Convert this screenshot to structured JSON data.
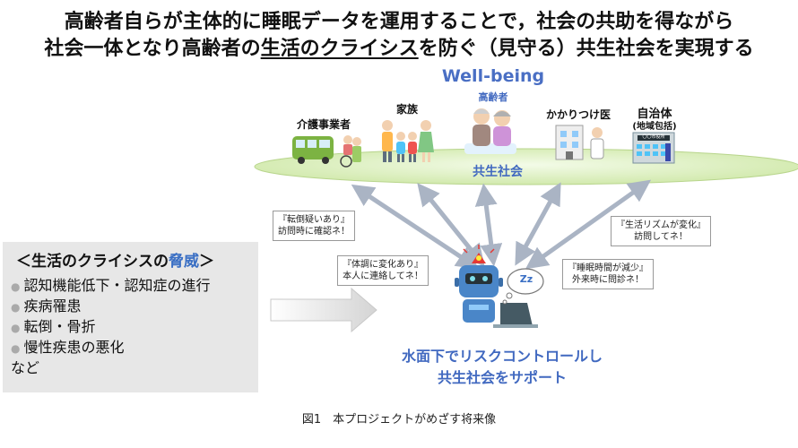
{
  "title": {
    "line1": "高齢者自らが主体的に睡眠データを運用することで，社会の共助を得ながら",
    "line2_a": "社会一体となり高齢者の",
    "line2_b": "生活のクライシス",
    "line2_c": "を防ぐ（見守る）共生社会を実現する"
  },
  "wellbeing": "Well-being",
  "groups": {
    "kaigo": "介護事業者",
    "kazoku": "家族",
    "koureisha": "高齢者",
    "kakaritsuke": "かかりつけ医",
    "jichitai": "自治体",
    "jichitai_sub": "(地域包括)",
    "building_sign": "〇〇市役所"
  },
  "kyousei": "共生社会",
  "callouts": {
    "tentou": [
      "『転倒疑いあり』",
      "訪問時に確認ネ！"
    ],
    "taichou": [
      "『体調に変化あり』",
      "本人に連絡してネ！"
    ],
    "suimin": [
      "『睡眠時間が減少』",
      "外来時に問診ネ！"
    ],
    "rhythm": [
      "『生活リズムが変化』",
      "訪問してネ！"
    ]
  },
  "threat": {
    "title_a": "＜生活のクライシスの",
    "title_b": "脅威",
    "title_c": "＞",
    "items": [
      "認知機能低下・認知症の進行",
      "疾病罹患",
      "転倒・骨折",
      "慢性疾患の悪化"
    ],
    "tail": "など"
  },
  "robot_bubble": "Zz",
  "bottom": {
    "line1": "水面下でリスクコントロールし",
    "line2": "共生社会をサポート"
  },
  "caption": "図1　本プロジェクトがめざす将来像",
  "colors": {
    "accent_blue": "#4169c0",
    "ellipse_green": "#d4edb2",
    "threat_bg": "#e7e7e7"
  }
}
